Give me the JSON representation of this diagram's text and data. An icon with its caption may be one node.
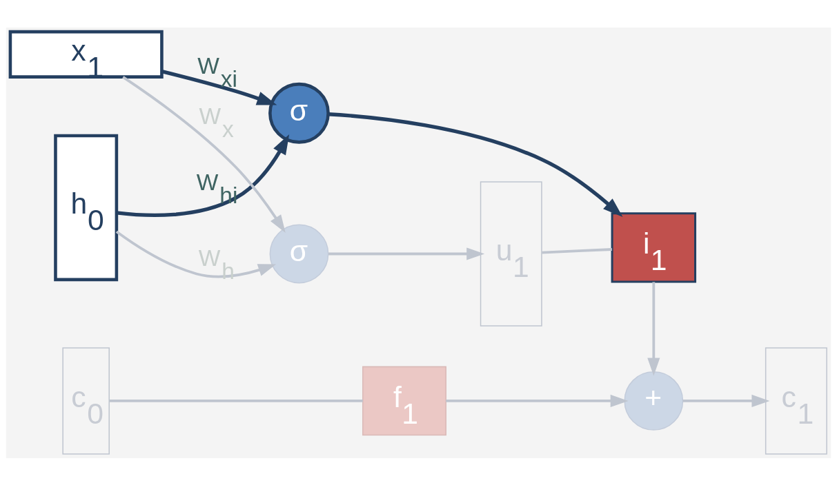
{
  "diagram": {
    "nodes": [
      {
        "text": [
          "c$_{0}$"
        ]
      },
      {
        "text": [
          "f$_{1}$"
        ]
      },
      {
        "text": [
          "+"
        ]
      },
      {
        "text": [
          "c$_{1}$"
        ]
      },
      {
        "text": [
          "σ"
        ]
      },
      {
        "text": [
          "h$_{0}$"
        ]
      },
      {
        "text": [
          "σ"
        ]
      },
      {
        "text": [
          "u$_{1}$"
        ]
      },
      {
        "text": [
          "i$_{1}$"
        ]
      },
      {
        "text": [
          "x$_{1}$"
        ]
      }
    ],
    "edges": [
      {
        "from": 0,
        "to": 1,
        "arrow": "none"
      },
      {
        "from": 1,
        "to": 2,
        "arrow": "to"
      },
      {
        "from": 2,
        "to": 3,
        "arrow": "to"
      },
      {
        "from": 5,
        "to": 4,
        "arrow": "to",
        "label": "W$_{hi}$",
        "color": "#243f60"
      },
      {
        "from": 4,
        "to": 8,
        "arrow": "to",
        "color": "#243f60"
      },
      {
        "from": 9,
        "to": 4,
        "arrow": "to",
        "label": "W$_{xi}$",
        "color": "#243f60"
      },
      {
        "from": 5,
        "to": 6,
        "arrow": "to",
        "label": "W$_{h}$"
      },
      {
        "from": 9,
        "to": 6,
        "arrow": "to",
        "label": "W$_{x}$"
      },
      {
        "from": 6,
        "to": 7,
        "arrow": "to"
      },
      {
        "from": 7,
        "to": 8,
        "arrow": "none"
      },
      {
        "from": 8,
        "to": 2,
        "arrow": "to"
      }
    ]
  }
}
